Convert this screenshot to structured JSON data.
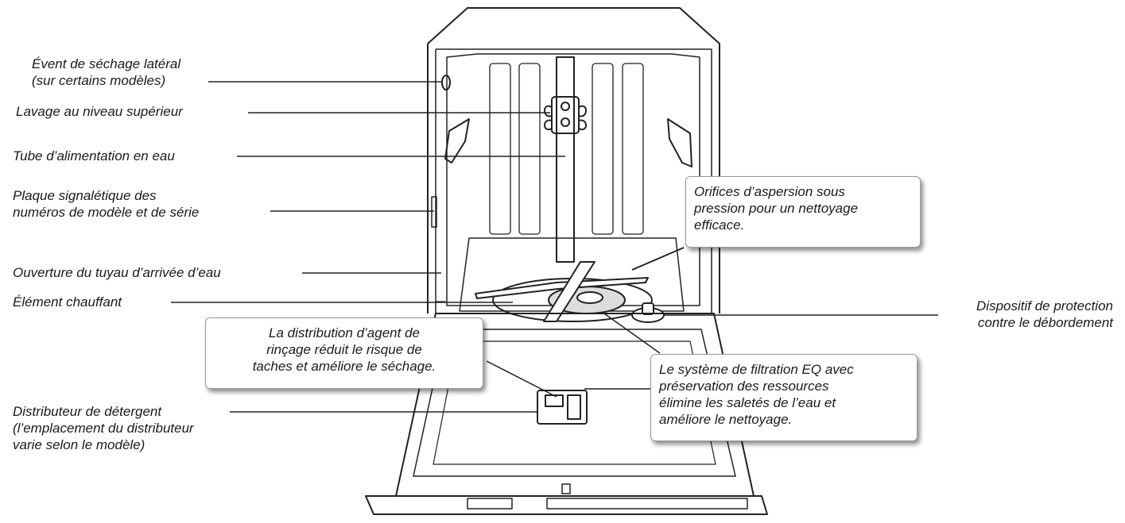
{
  "labels": {
    "vent": "Évent de séchage latéral\n(sur certains modèles)",
    "upper_wash": "Lavage au niveau supérieur",
    "water_tube": "Tube d’alimentation en eau",
    "rating_plate": "Plaque signalétique des\nnuméros de modèle et de série",
    "inlet": "Ouverture du tuyau d’arrivée d’eau",
    "heater": "Élément chauffant",
    "overfill": "Dispositif de protection\ncontre le débordement",
    "detergent": "Distributeur de détergent\n(l’emplacement du distributeur\nvarie selon le modèle)"
  },
  "callouts": {
    "spray": "Orifices d’aspersion sous\npression pour un nettoyage\nefficace.",
    "rinse": "La distribution d’agent de\nrinçage réduit le risque de\ntaches et améliore le séchage.",
    "filter": "Le système de filtration EQ avec\npréservation des ressources\nélimine les saletés de l’eau et\naméliore le nettoyage."
  },
  "colors": {
    "ink": "#1a1a1a",
    "line": "#222222",
    "fill_light": "#f2f2f2"
  }
}
